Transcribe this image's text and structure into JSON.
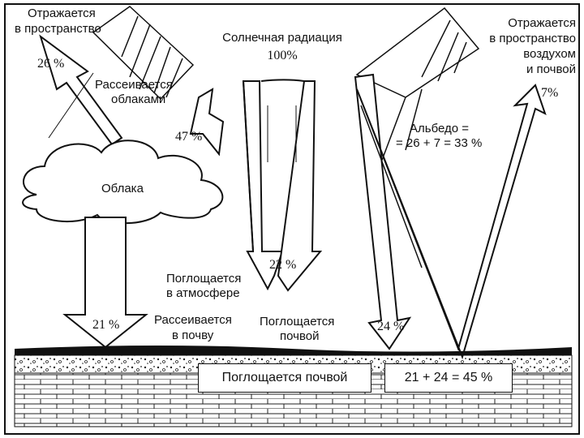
{
  "title": "Солнечная радиация",
  "total": "100%",
  "cloud_label": "Облака",
  "reflect_space": {
    "line1": "Отражается",
    "line2": "в пространство",
    "value": "26 %"
  },
  "scattered_clouds": {
    "line1": "Рассеивается",
    "line2": "облаками",
    "value": "47 %"
  },
  "reflect_surface": {
    "line1": "Отражается",
    "line2": "в пространство",
    "line3": "воздухом",
    "line4": "и почвой",
    "value": "7%"
  },
  "albedo": {
    "line1": "Альбедо =",
    "line2": "= 26 + 7 = 33 %"
  },
  "absorbed_atmosphere": {
    "line1": "Поглощается",
    "line2": "в атмосфере",
    "value": "22 %"
  },
  "scattered_soil": {
    "line1": "Рассеивается",
    "line2": "в почву",
    "value": "21 %"
  },
  "absorbed_soil_direct": {
    "line1": "Поглощается",
    "line2": "почвой",
    "value": "24 %"
  },
  "soil_box": "Поглощается почвой",
  "sum_box": "21 + 24 = 45 %"
}
